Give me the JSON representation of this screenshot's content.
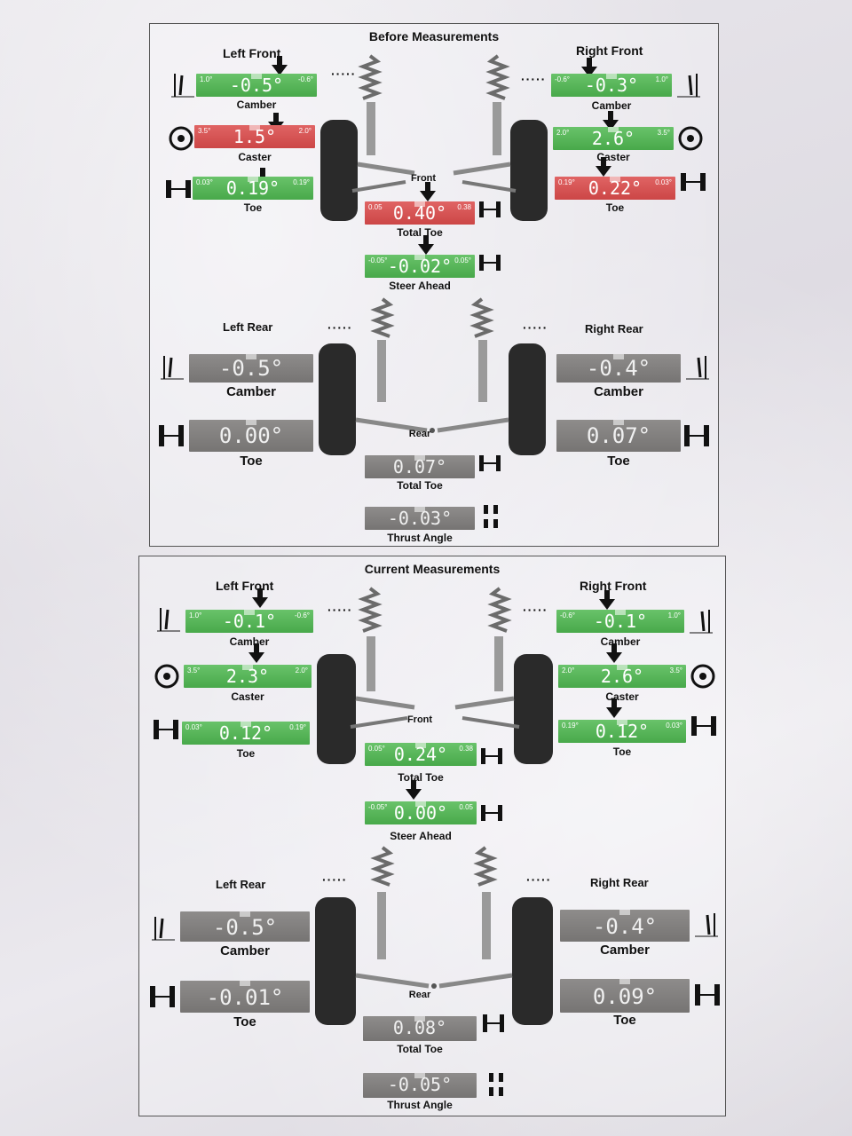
{
  "before": {
    "title": "Before Measurements",
    "front_label": "Front",
    "rear_label": "Rear",
    "left_front": {
      "title": "Left Front",
      "camber": {
        "value": "-0.5°",
        "min": "1.0°",
        "max": "-0.6°",
        "label": "Camber",
        "status": "green"
      },
      "caster": {
        "value": "1.5°",
        "min": "3.5°",
        "max": "2.0°",
        "label": "Caster",
        "status": "red"
      },
      "toe": {
        "value": "0.19°",
        "min": "0.03°",
        "max": "0.19°",
        "label": "Toe",
        "status": "green"
      }
    },
    "right_front": {
      "title": "Right Front",
      "camber": {
        "value": "-0.3°",
        "min": "-0.6°",
        "max": "1.0°",
        "label": "Camber",
        "status": "green"
      },
      "caster": {
        "value": "2.6°",
        "min": "2.0°",
        "max": "3.5°",
        "label": "Caster",
        "status": "green"
      },
      "toe": {
        "value": "0.22°",
        "min": "0.19°",
        "max": "0.03°",
        "label": "Toe",
        "status": "red"
      }
    },
    "total_toe_front": {
      "value": "0.40°",
      "min": "0.05",
      "max": "0.38",
      "label": "Total Toe",
      "status": "red"
    },
    "steer_ahead": {
      "value": "-0.02°",
      "min": "-0.05°",
      "max": "0.05°",
      "label": "Steer Ahead",
      "status": "green"
    },
    "left_rear": {
      "title": "Left Rear",
      "camber": {
        "value": "-0.5°",
        "label": "Camber"
      },
      "toe": {
        "value": "0.00°",
        "label": "Toe"
      }
    },
    "right_rear": {
      "title": "Right Rear",
      "camber": {
        "value": "-0.4°",
        "label": "Camber"
      },
      "toe": {
        "value": "0.07°",
        "label": "Toe"
      }
    },
    "total_toe_rear": {
      "value": "0.07°",
      "label": "Total Toe"
    },
    "thrust_angle": {
      "value": "-0.03°",
      "label": "Thrust Angle"
    }
  },
  "current": {
    "title": "Current Measurements",
    "front_label": "Front",
    "rear_label": "Rear",
    "left_front": {
      "title": "Left Front",
      "camber": {
        "value": "-0.1°",
        "min": "1.0°",
        "max": "-0.6°",
        "label": "Camber",
        "status": "green"
      },
      "caster": {
        "value": "2.3°",
        "min": "3.5°",
        "max": "2.0°",
        "label": "Caster",
        "status": "green"
      },
      "toe": {
        "value": "0.12°",
        "min": "0.03°",
        "max": "0.19°",
        "label": "Toe",
        "status": "green"
      }
    },
    "right_front": {
      "title": "Right Front",
      "camber": {
        "value": "-0.1°",
        "min": "-0.6°",
        "max": "1.0°",
        "label": "Camber",
        "status": "green"
      },
      "caster": {
        "value": "2.6°",
        "min": "2.0°",
        "max": "3.5°",
        "label": "Caster",
        "status": "green"
      },
      "toe": {
        "value": "0.12°",
        "min": "0.19°",
        "max": "0.03°",
        "label": "Toe",
        "status": "green"
      }
    },
    "total_toe_front": {
      "value": "0.24°",
      "min": "0.05°",
      "max": "0.38",
      "label": "Total Toe",
      "status": "green"
    },
    "steer_ahead": {
      "value": "0.00°",
      "min": "-0.05°",
      "max": "0.05",
      "label": "Steer Ahead",
      "status": "green"
    },
    "left_rear": {
      "title": "Left Rear",
      "camber": {
        "value": "-0.5°",
        "label": "Camber"
      },
      "toe": {
        "value": "-0.01°",
        "label": "Toe"
      }
    },
    "right_rear": {
      "title": "Right Rear",
      "camber": {
        "value": "-0.4°",
        "label": "Camber"
      },
      "toe": {
        "value": "0.09°",
        "label": "Toe"
      }
    },
    "total_toe_rear": {
      "value": "0.08°",
      "label": "Total Toe"
    },
    "thrust_angle": {
      "value": "-0.05°",
      "label": "Thrust Angle"
    }
  },
  "colors": {
    "in_spec": "#4caf50",
    "out_of_spec": "#d54c4c",
    "no_spec": "#7f7d7c"
  }
}
